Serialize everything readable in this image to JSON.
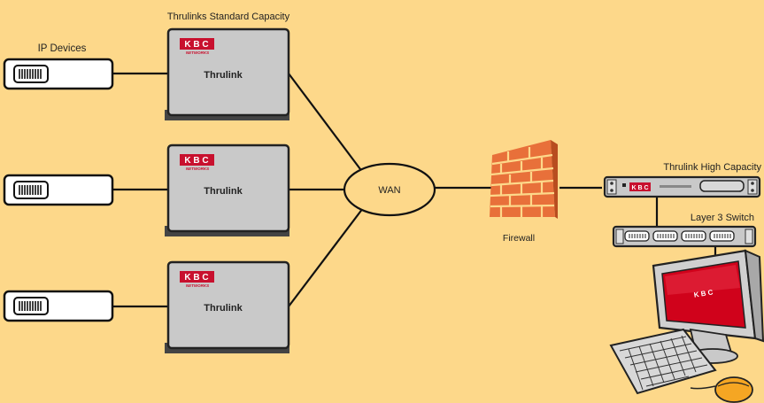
{
  "labels": {
    "standard_capacity": "Thrulinks Standard Capacity",
    "ip_devices": "IP Devices",
    "wan": "WAN",
    "firewall": "Firewall",
    "high_capacity": "Thrulink High Capacity",
    "layer3_switch": "Layer 3 Switch"
  },
  "thrulinks": [
    {
      "name": "Thrulink"
    },
    {
      "name": "Thrulink"
    },
    {
      "name": "Thrulink"
    }
  ],
  "logo": {
    "letters": "K B C",
    "subtitle": "NETWORKS",
    "brand_color": "#c8102e"
  },
  "colors": {
    "background": "#fdd88a",
    "device_gray": "#c9c9c9",
    "brick": "#e8703a",
    "monitor_red": "#d0021b",
    "mouse_orange": "#f5a623"
  }
}
